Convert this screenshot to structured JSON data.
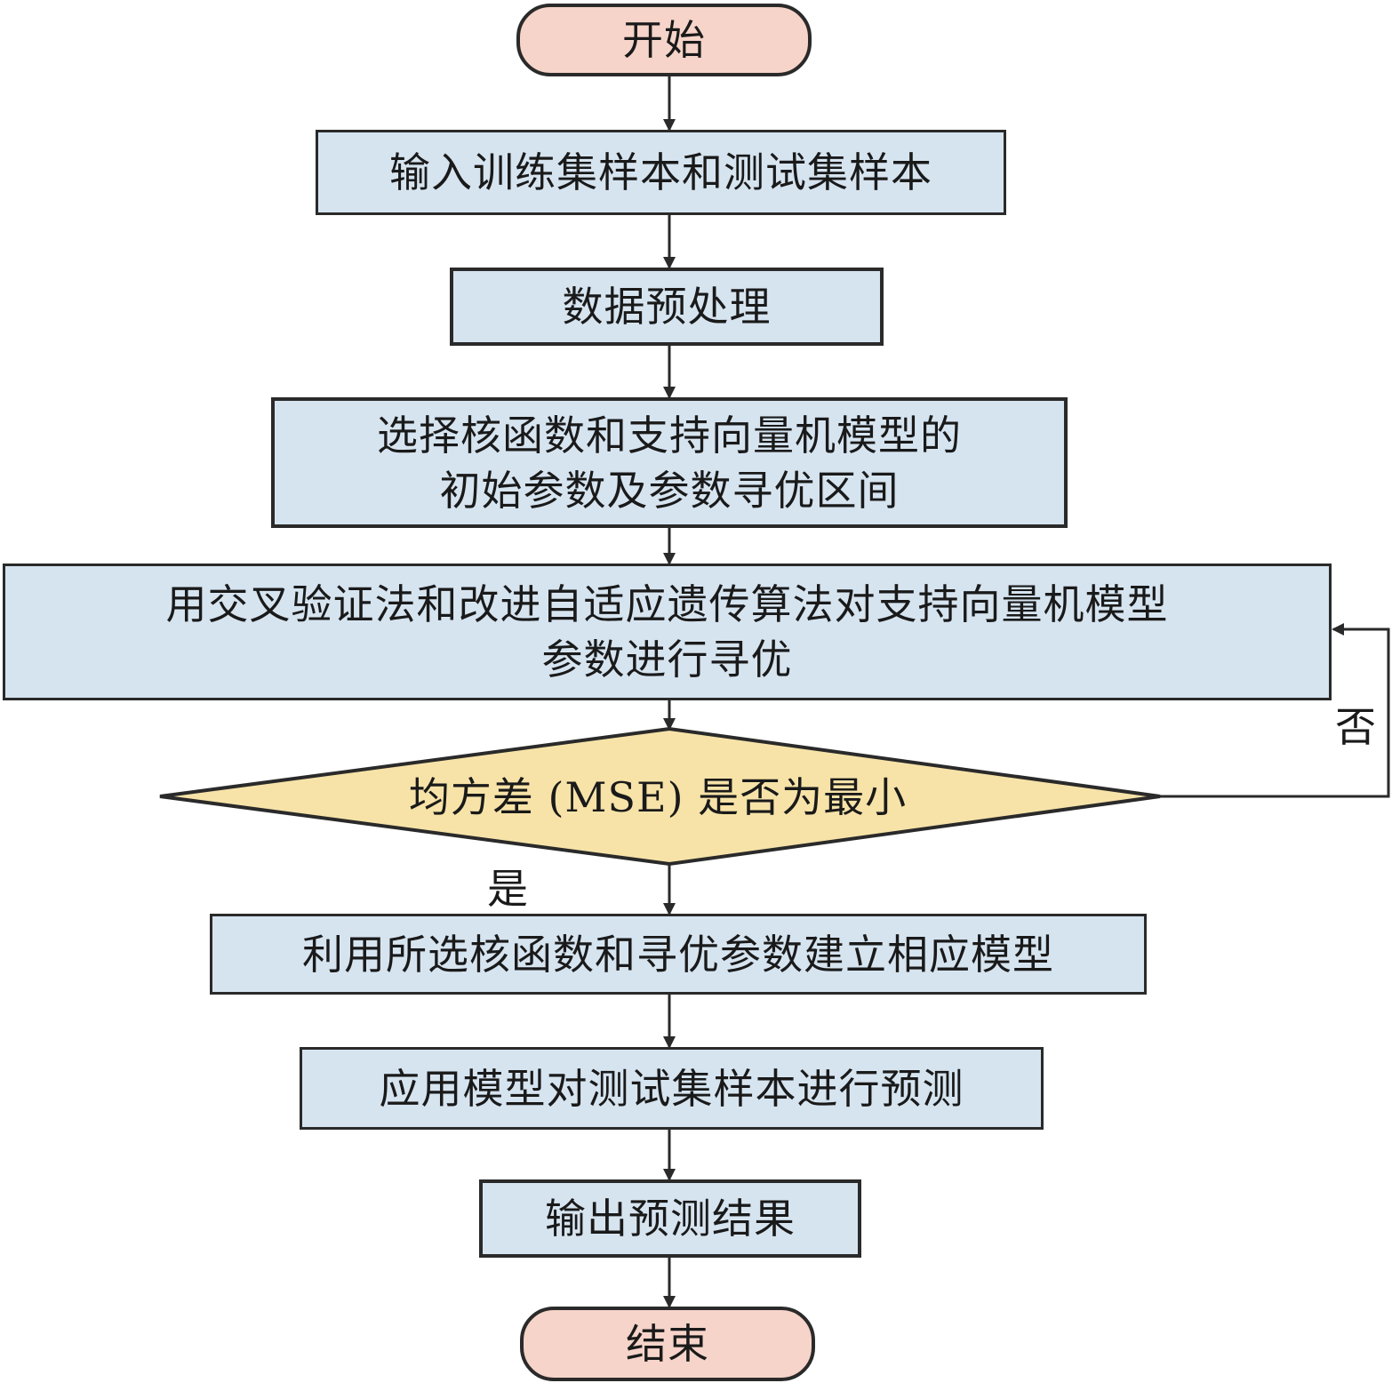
{
  "nodes": {
    "start": "开始",
    "input": "输入训练集样本和测试集样本",
    "preprocess": "数据预处理",
    "select_line1": "选择核函数和支持向量机模型的",
    "select_line2": "初始参数及参数寻优区间",
    "optimize_line1": "用交叉验证法和改进自适应遗传算法对支持向量机模型",
    "optimize_line2": "参数进行寻优",
    "decision": "均方差 (MSE) 是否为最小",
    "build": "利用所选核函数和寻优参数建立相应模型",
    "apply": "应用模型对测试集样本进行预测",
    "output": "输出预测结果",
    "end": "结束"
  },
  "edge_labels": {
    "yes": "是",
    "no": "否"
  },
  "colors": {
    "terminal_fill": "#f6d4c9",
    "process_fill": "#d6e4f0",
    "decision_fill": "#f7e3a8",
    "stroke": "#2a2a2a"
  }
}
